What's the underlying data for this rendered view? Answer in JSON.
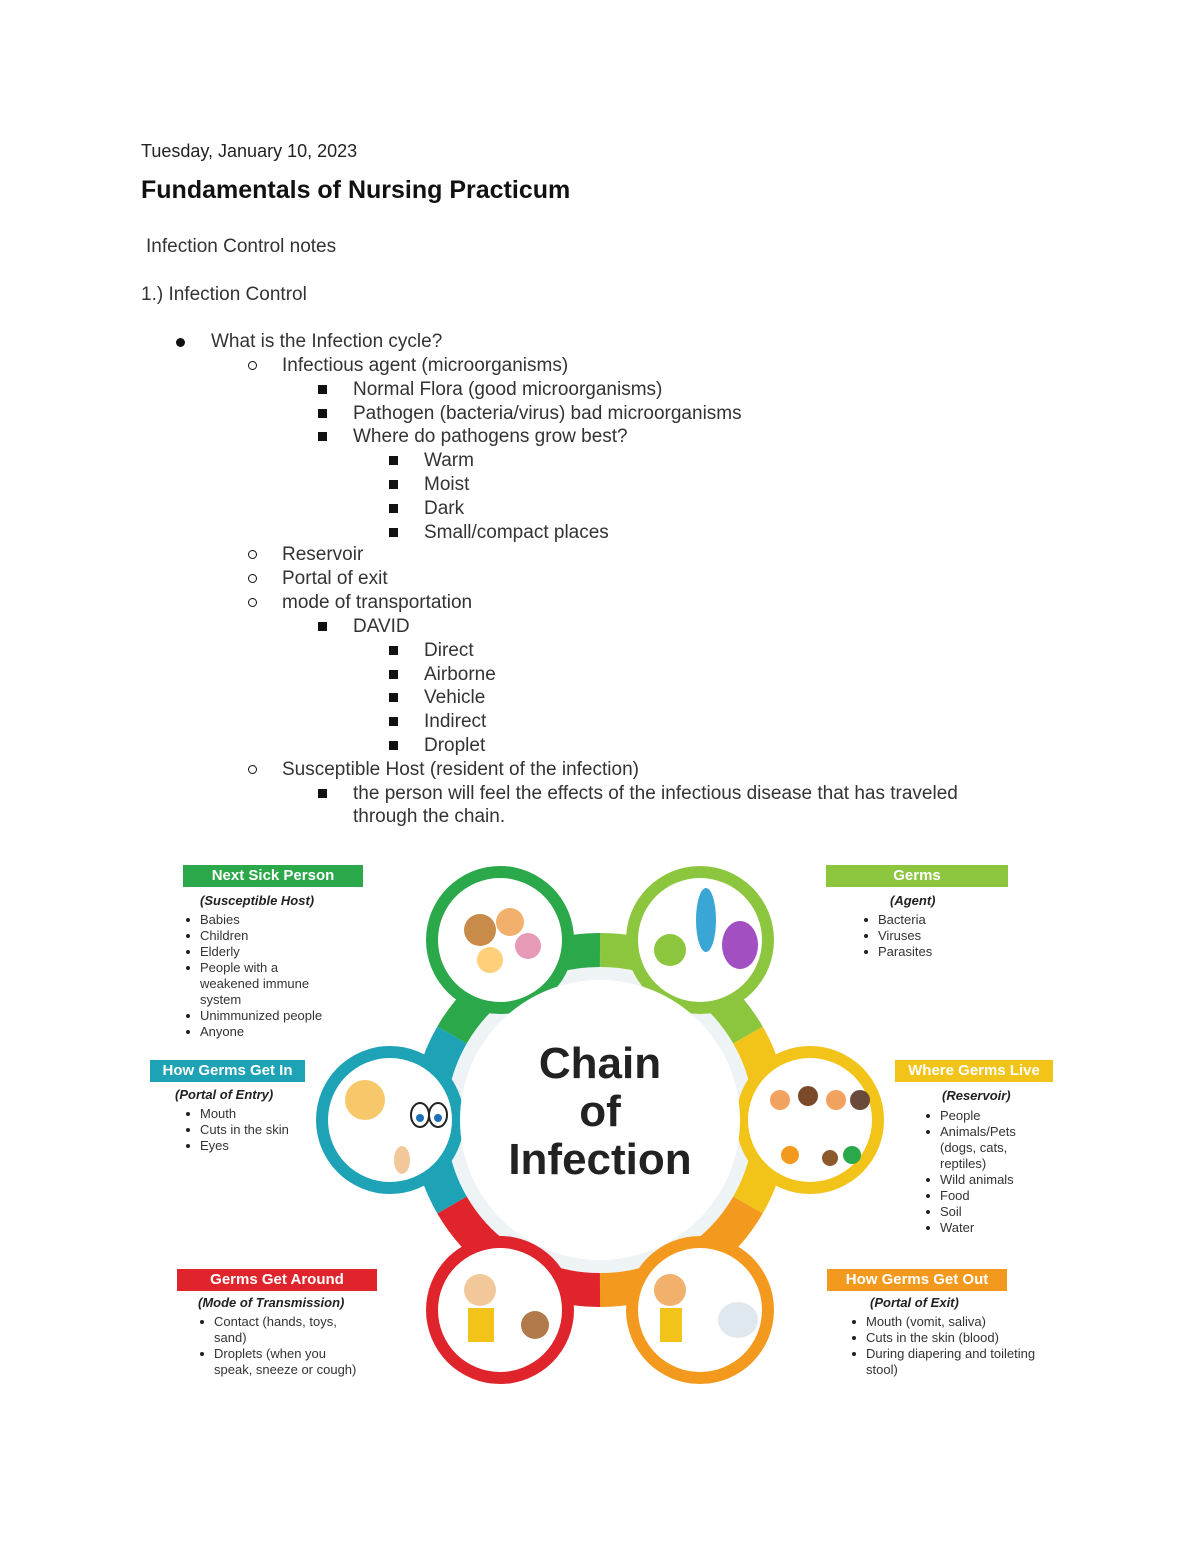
{
  "header": {
    "date": "Tuesday, January 10, 2023",
    "title": "Fundamentals of Nursing Practicum",
    "subtitle": "Infection Control notes",
    "section": "1.) Infection Control"
  },
  "outline": {
    "q": "What is the Infection cycle?",
    "agent": "Infectious agent (microorganisms)",
    "flora": "Normal Flora (good microorganisms)",
    "pathogen": "Pathogen (bacteria/virus) bad microorganisms",
    "grow": "Where do pathogens grow best?",
    "warm": "Warm",
    "moist": "Moist",
    "dark": "Dark",
    "small": "Small/compact places",
    "reservoir": "Reservoir",
    "exit": "Portal of exit",
    "mode": "mode of transportation",
    "david": "DAVID",
    "direct": "Direct",
    "airborne": "Airborne",
    "vehicle": "Vehicle",
    "indirect": "Indirect",
    "droplet": "Droplet",
    "host": "Susceptible Host (resident of the infection)",
    "host_desc": "the person will feel the effects of the infectious disease that has traveled through the chain."
  },
  "diagram": {
    "center": [
      "Chain",
      "of",
      "Infection"
    ],
    "host": {
      "title": "Next Sick Person",
      "sub": "(Susceptible Host)",
      "color": "#2aa84a",
      "items": [
        "Babies",
        "Children",
        "Elderly",
        "People with a weakened immune system",
        "Unimmunized people",
        "Anyone"
      ]
    },
    "agent": {
      "title": "Germs",
      "sub": "(Agent)",
      "color": "#8cc63f",
      "items": [
        "Bacteria",
        "Viruses",
        "Parasites"
      ]
    },
    "entry": {
      "title": "How Germs Get In",
      "sub": "(Portal of Entry)",
      "color": "#1ea2b5",
      "items": [
        "Mouth",
        "Cuts in the skin",
        "Eyes"
      ]
    },
    "reservoir": {
      "title": "Where Germs Live",
      "sub": "(Reservoir)",
      "color": "#f2c318",
      "items": [
        "People",
        "Animals/Pets (dogs, cats, reptiles)",
        "Wild animals",
        "Food",
        "Soil",
        "Water"
      ]
    },
    "transmission": {
      "title": "Germs Get Around",
      "sub": "(Mode of Transmission)",
      "color": "#e0242b",
      "items": [
        "Contact (hands, toys, sand)",
        "Droplets (when you speak, sneeze or cough)"
      ]
    },
    "exit": {
      "title": "How Germs Get Out",
      "sub": "(Portal of Exit)",
      "color": "#f39a1e",
      "items": [
        "Mouth (vomit, saliva)",
        "Cuts in the skin (blood)",
        "During diapering and toileting stool)"
      ]
    }
  }
}
